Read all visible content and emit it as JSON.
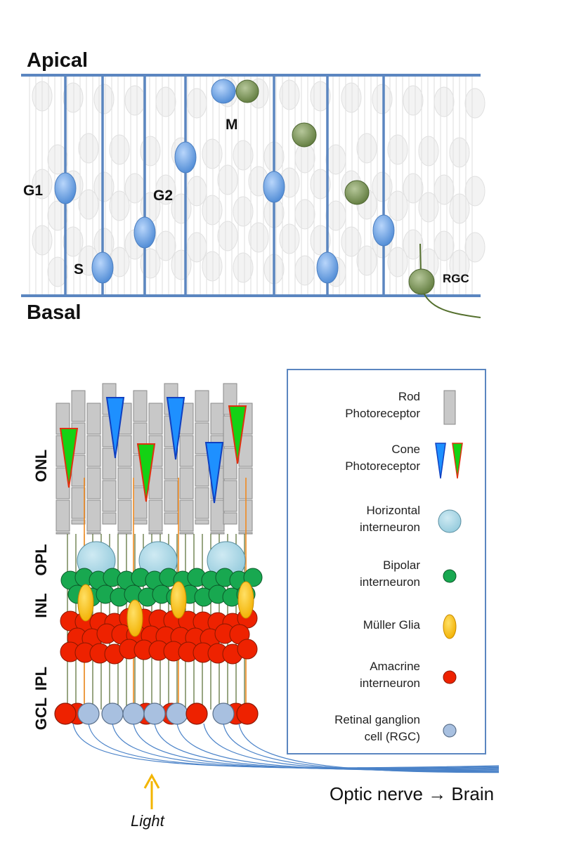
{
  "top_panel": {
    "apical_label": "Apical",
    "basal_label": "Basal",
    "phase_labels": {
      "g1": "G1",
      "g2": "G2",
      "s": "S",
      "m": "M"
    },
    "rgc_label": "RGC"
  },
  "bottom_panel": {
    "layer_labels": [
      "ONL",
      "OPL",
      "INL",
      "IPL",
      "GCL"
    ],
    "optic_nerve_label": "Optic nerve → Brain",
    "light_label": "Light"
  },
  "legend": {
    "items": [
      {
        "line1": "Rod",
        "line2": "Photoreceptor",
        "icon": "rod-icon"
      },
      {
        "line1": "Cone",
        "line2": "Photoreceptor",
        "icon": "cone-icon"
      },
      {
        "line1": "Horizontal",
        "line2": "interneuron",
        "icon": "horizontal-cell-icon"
      },
      {
        "line1": "Bipolar",
        "line2": "interneuron",
        "icon": "bipolar-cell-icon"
      },
      {
        "line1": "Müller Glia",
        "line2": "",
        "icon": "muller-glia-icon"
      },
      {
        "line1": "Amacrine",
        "line2": "interneuron",
        "icon": "amacrine-cell-icon"
      },
      {
        "line1": "Retinal ganglion",
        "line2": "cell (RGC)",
        "icon": "rgc-icon"
      }
    ]
  },
  "colors": {
    "membrane_blue": "#5b86c0",
    "nucleus_blue": "#6fa3e0",
    "nucleus_green": "#7f9a5c",
    "rod_gray": "#c8c8c8",
    "cone_blue": "#1e90ff",
    "cone_green": "#14d214",
    "horizontal": "#a9d8e6",
    "bipolar": "#18a850",
    "muller": "#f7c216",
    "amacrine": "#ee2200",
    "rgc": "#a8c0e0",
    "light_arrow": "#f3b500"
  }
}
